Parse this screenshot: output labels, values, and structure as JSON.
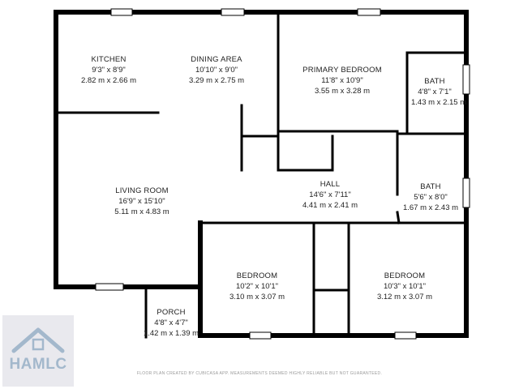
{
  "rooms": {
    "kitchen": {
      "name": "KITCHEN",
      "imperial": "9'3\" x 8'9\"",
      "metric": "2.82 m x 2.66 m"
    },
    "dining": {
      "name": "DINING AREA",
      "imperial": "10'10\" x 9'0\"",
      "metric": "3.29 m x 2.75 m"
    },
    "primary_bedroom": {
      "name": "PRIMARY BEDROOM",
      "imperial": "11'8\" x 10'9\"",
      "metric": "3.55 m x 3.28 m"
    },
    "bath1": {
      "name": "BATH",
      "imperial": "4'8\" x 7'1\"",
      "metric": "1.43 m x 2.15 m"
    },
    "living": {
      "name": "LIVING ROOM",
      "imperial": "16'9\" x 15'10\"",
      "metric": "5.11 m x 4.83 m"
    },
    "hall": {
      "name": "HALL",
      "imperial": "14'6\" x 7'11\"",
      "metric": "4.41 m x 2.41 m"
    },
    "bath2": {
      "name": "BATH",
      "imperial": "5'6\" x 8'0\"",
      "metric": "1.67 m x 2.43 m"
    },
    "bedroom1": {
      "name": "BEDROOM",
      "imperial": "10'2\" x 10'1\"",
      "metric": "3.10 m x 3.07 m"
    },
    "bedroom2": {
      "name": "BEDROOM",
      "imperial": "10'3\" x 10'1\"",
      "metric": "3.12 m x 3.07 m"
    },
    "porch": {
      "name": "PORCH",
      "imperial": "4'8\" x 4'7\"",
      "metric": "1.42 m x 1.39 m"
    }
  },
  "footer": "FLOOR PLAN CREATED BY CUBICASA APP. MEASUREMENTS DEEMED HIGHLY RELIABLE BUT NOT GUARANTEED.",
  "logo": {
    "text": "HAMLC",
    "background": "#e9e9ee",
    "color": "#a3b8cc",
    "icon": "house-roof-icon"
  },
  "colors": {
    "wall": "#000000",
    "background": "#ffffff",
    "text": "#222222"
  }
}
